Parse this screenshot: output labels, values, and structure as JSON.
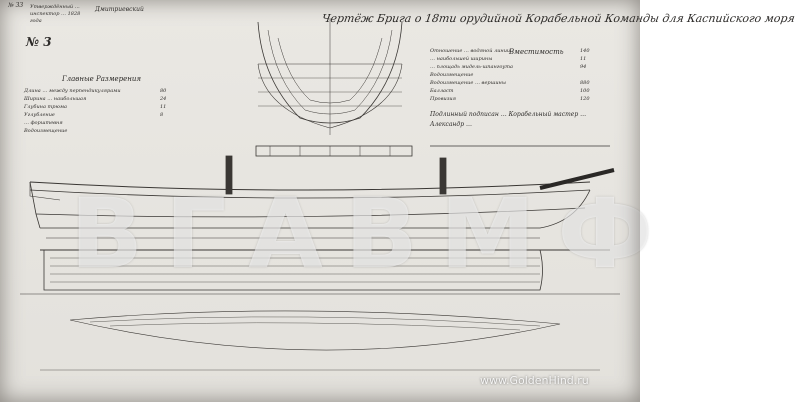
{
  "sheet": {
    "number": "№ 33",
    "stamp": "Утверждённый … инспектор … 1828 года",
    "signature": "Дмитриевский",
    "drawing_no": "№ 3",
    "title": "Чертёж Брига о 18ти орудийной Корабельной Команды для Каспийского моря"
  },
  "principal_dims": {
    "heading": "Главные Размерения",
    "rows": [
      {
        "label": "Длина … между перпендикулярами",
        "value": "80"
      },
      {
        "label": "Ширина … наибольшая",
        "value": "24"
      },
      {
        "label": "Глубина трюма",
        "value": "11"
      },
      {
        "label": "Углубление",
        "value": "8"
      },
      {
        "label": "… форштевня",
        "value": ""
      },
      {
        "label": "Водоизмещение",
        "value": ""
      }
    ]
  },
  "right_table": {
    "heading": "Вместимость",
    "rows": [
      {
        "label": "Отношение … водяной линии",
        "value": "140"
      },
      {
        "label": "… наибольшей ширины",
        "value": "11"
      },
      {
        "label": "… площадь мидель-шпангоута",
        "value": "94"
      },
      {
        "label": "Водоизмещение",
        "value": ""
      },
      {
        "label": "Водоизмещение … вершины",
        "value": "880"
      },
      {
        "label": "Балласт",
        "value": "100"
      },
      {
        "label": "Провизия",
        "value": "120"
      }
    ]
  },
  "note": "Подлинный подписан … Корабельный мастер … Александр …",
  "watermark": "ВГАВМФ",
  "website": "www.GoldenHind.ru"
}
